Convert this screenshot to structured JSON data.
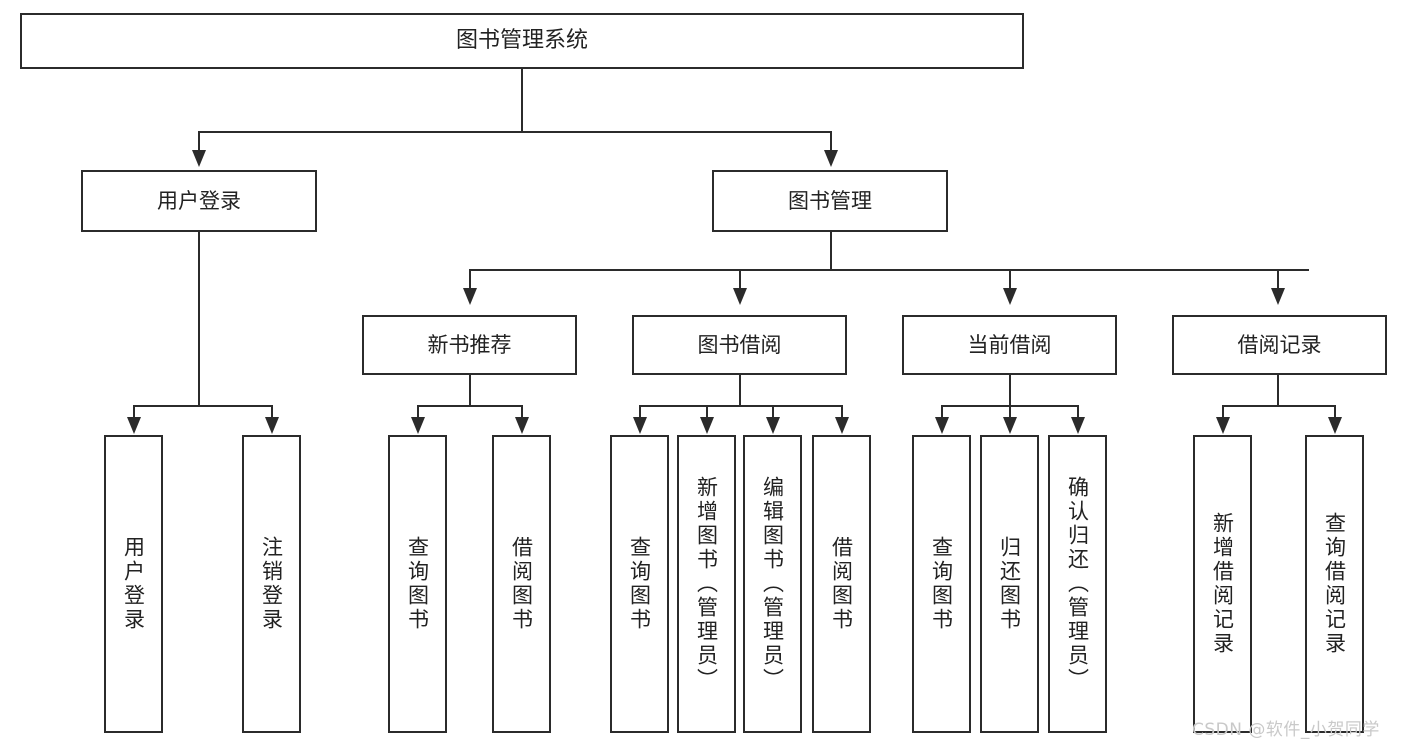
{
  "diagram": {
    "type": "tree-hierarchy",
    "title": "图书管理系统",
    "levels": {
      "root": {
        "label": "图书管理系统"
      },
      "level2": [
        {
          "label": "用户登录"
        },
        {
          "label": "图书管理"
        }
      ],
      "level3": [
        {
          "label": "新书推荐"
        },
        {
          "label": "图书借阅"
        },
        {
          "label": "当前借阅"
        },
        {
          "label": "借阅记录"
        }
      ],
      "leaves": {
        "user_login": [
          {
            "label": "用户登录"
          },
          {
            "label": "注销登录"
          }
        ],
        "new_book_recommend": [
          {
            "label": "查询图书"
          },
          {
            "label": "借阅图书"
          }
        ],
        "book_borrow": [
          {
            "label": "查询图书"
          },
          {
            "label": "新增图书（管理员）"
          },
          {
            "label": "编辑图书（管理员）"
          },
          {
            "label": "借阅图书"
          }
        ],
        "current_borrow": [
          {
            "label": "查询图书"
          },
          {
            "label": "归还图书"
          },
          {
            "label": "确认归还（管理员）"
          }
        ],
        "borrow_record": [
          {
            "label": "新增借阅记录"
          },
          {
            "label": "查询借阅记录"
          }
        ]
      }
    },
    "watermark": "CSDN @软件_小贺同学",
    "colors": {
      "border": "#2b2b2b",
      "text": "#222222",
      "background": "#ffffff",
      "watermark": "#c9c9c9"
    }
  }
}
